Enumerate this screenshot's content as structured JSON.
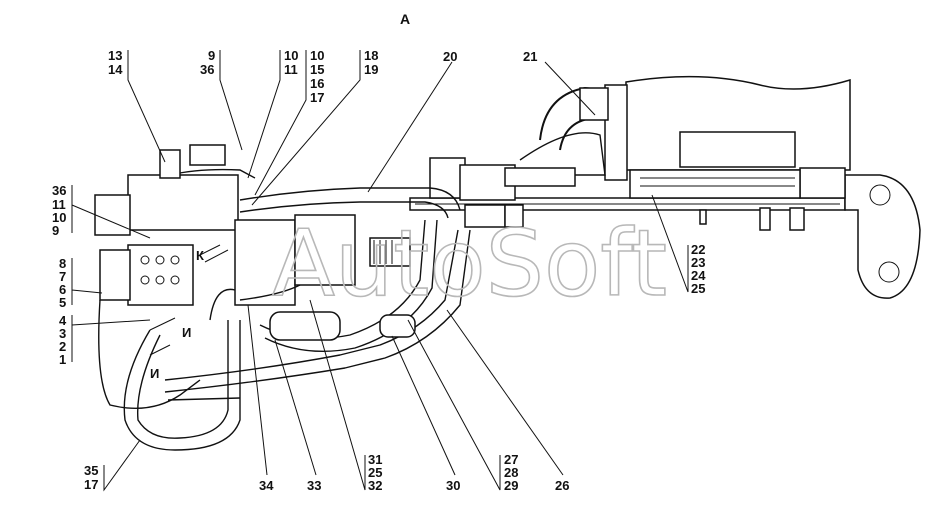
{
  "view_label": "А",
  "watermark": "AutoSoft",
  "section_marks": {
    "k": "К",
    "i1": "И",
    "i2": "И"
  },
  "callouts_left": [
    {
      "id": "13-14",
      "lines": [
        "13",
        "14"
      ]
    },
    {
      "id": "9-36",
      "lines": [
        "9",
        "36"
      ]
    },
    {
      "id": "10-11",
      "lines": [
        "10",
        "11"
      ]
    },
    {
      "id": "10-15-16-17",
      "lines": [
        "10",
        "15",
        "16",
        "17"
      ]
    },
    {
      "id": "18-19",
      "lines": [
        "18",
        "19"
      ]
    },
    {
      "id": "36-11-10-9",
      "lines": [
        "36",
        "11",
        "10",
        "9"
      ]
    },
    {
      "id": "8-7-6-5",
      "lines": [
        "8",
        "7",
        "6",
        "5"
      ]
    },
    {
      "id": "4-3-2-1",
      "lines": [
        "4",
        "3",
        "2",
        "1"
      ]
    },
    {
      "id": "35-17",
      "lines": [
        "35",
        "17"
      ]
    },
    {
      "id": "31-25-32",
      "lines": [
        "31",
        "25",
        "32"
      ]
    },
    {
      "id": "27-28-29",
      "lines": [
        "27",
        "28",
        "29"
      ]
    },
    {
      "id": "22-23-24-25",
      "lines": [
        "22",
        "23",
        "24",
        "25"
      ]
    }
  ],
  "callouts_single": [
    {
      "id": "20",
      "text": "20"
    },
    {
      "id": "21",
      "text": "21"
    },
    {
      "id": "34",
      "text": "34"
    },
    {
      "id": "33",
      "text": "33"
    },
    {
      "id": "30",
      "text": "30"
    },
    {
      "id": "26",
      "text": "26"
    }
  ]
}
